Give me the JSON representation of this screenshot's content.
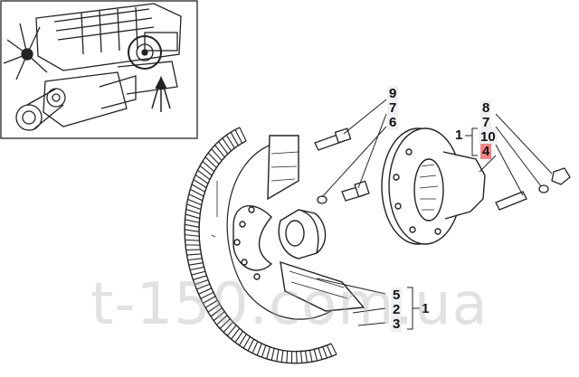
{
  "callouts_left": [
    "9",
    "7",
    "6"
  ],
  "callouts_right": [
    "8",
    "7",
    "10",
    "4"
  ],
  "group_right_label": "1",
  "callouts_bottom": [
    "5",
    "2",
    "3"
  ],
  "group_bottom_label": "1",
  "highlight_color": "#f08585",
  "watermark": "t-150.com.ua"
}
